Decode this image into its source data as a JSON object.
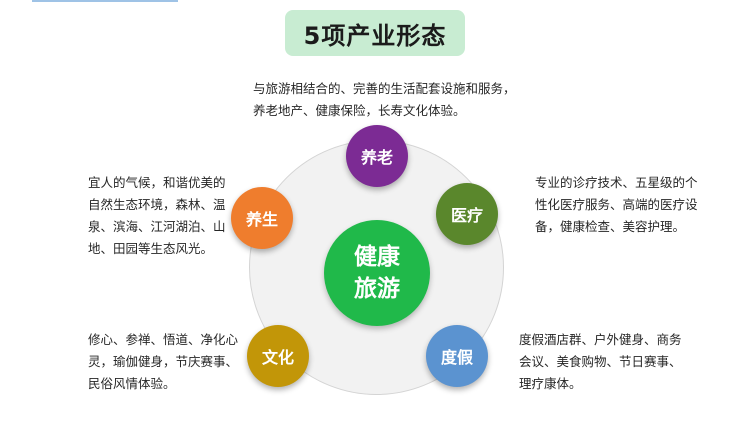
{
  "title": "5项产业形态",
  "center": {
    "line1": "健康",
    "line2": "旅游"
  },
  "nodes": {
    "yanglao": {
      "label": "养老",
      "color": "#7c2b94",
      "description": "与旅游相结合的、完善的生活配套设施和服务，养老地产、健康保险，长寿文化体验。"
    },
    "yiliao": {
      "label": "医疗",
      "color": "#5a872c",
      "description": "专业的诊疗技术、五星级的个性化医疗服务、高端的医疗设备，健康检查、美容护理。"
    },
    "yangsheng": {
      "label": "养生",
      "color": "#ef7d2d",
      "description": "宜人的气候，和谐优美的自然生态环境，森林、温泉、滨海、江河湖泊、山地、田园等生态风光。"
    },
    "wenhua": {
      "label": "文化",
      "color": "#c29608",
      "description": "修心、参禅、悟道、净化心灵，瑜伽健身，节庆赛事、民俗风情体验。"
    },
    "dujia": {
      "label": "度假",
      "color": "#5b93d0",
      "description": "度假酒店群、户外健身、商务会议、美食购物、节日赛事、理疗康体。"
    }
  },
  "colors": {
    "title_bg": "#c8ecd2",
    "center": "#20b94a",
    "ring": "#f2f2f2"
  }
}
